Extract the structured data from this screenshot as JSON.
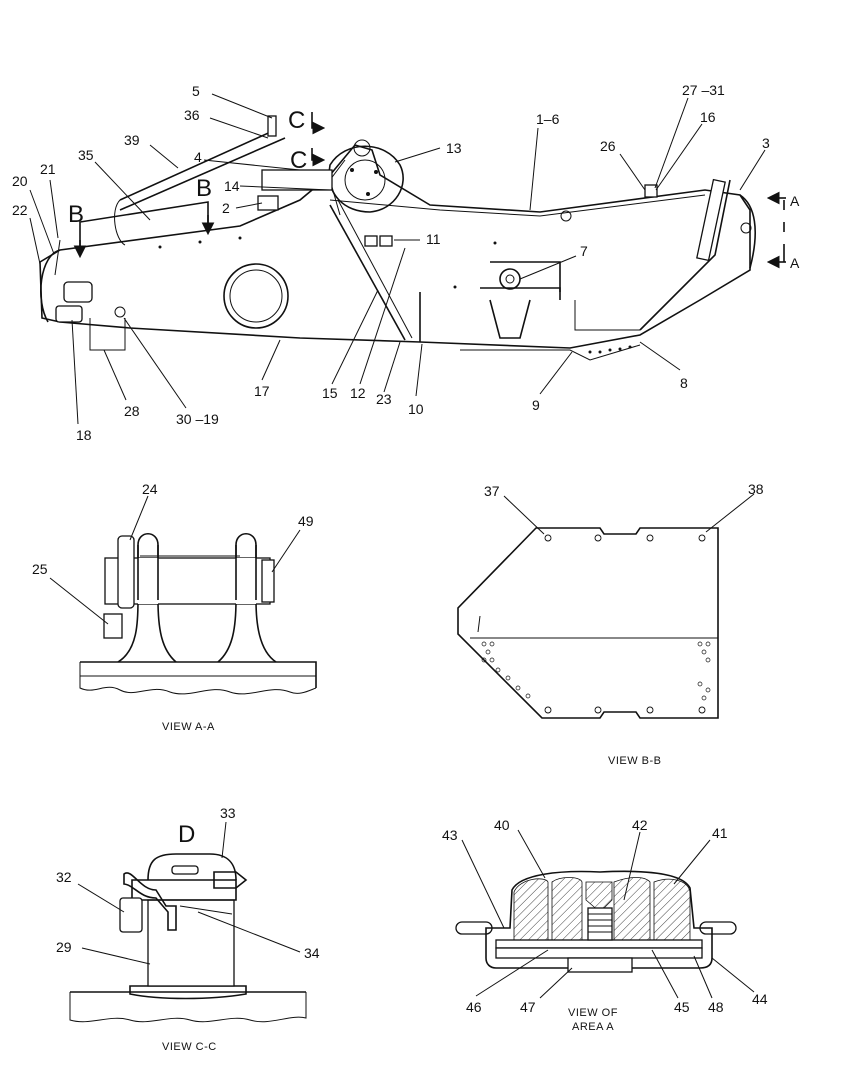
{
  "main_view": {
    "callouts": {
      "c5": "5",
      "c36": "36",
      "c39": "39",
      "c4": "4",
      "c35": "35",
      "c21": "21",
      "c20": "20",
      "c22": "22",
      "c14": "14",
      "c2": "2",
      "c13": "13",
      "c1_6": "1–6",
      "c27_31": "27 –31",
      "c16": "16",
      "c26": "26",
      "c3": "3",
      "c11": "11",
      "c7": "7",
      "c8": "8",
      "c9": "9",
      "c10": "10",
      "c23": "23",
      "c12": "12",
      "c15": "15",
      "c17": "17",
      "c30_19": "30 –19",
      "c28": "28",
      "c18": "18"
    },
    "section_markers": {
      "b_left": "B",
      "b_right": "B",
      "c_upper": "C",
      "c_lower": "C",
      "a_upper": "A",
      "a_lower": "A"
    }
  },
  "view_aa": {
    "caption": "VIEW  A-A",
    "callouts": {
      "c24": "24",
      "c25": "25",
      "c49": "49"
    }
  },
  "view_bb": {
    "caption": "VIEW  B-B",
    "callouts": {
      "c37": "37",
      "c38": "38"
    }
  },
  "view_cc": {
    "caption": "VIEW  C-C",
    "label_d": "D",
    "callouts": {
      "c33": "33",
      "c32": "32",
      "c29": "29",
      "c34": "34"
    }
  },
  "view_area_a": {
    "caption_line1": "VIEW  OF",
    "caption_line2": "AREA  A",
    "callouts": {
      "c40": "40",
      "c42": "42",
      "c43": "43",
      "c41": "41",
      "c46": "46",
      "c47": "47",
      "c45": "45",
      "c48": "48",
      "c44": "44"
    }
  }
}
